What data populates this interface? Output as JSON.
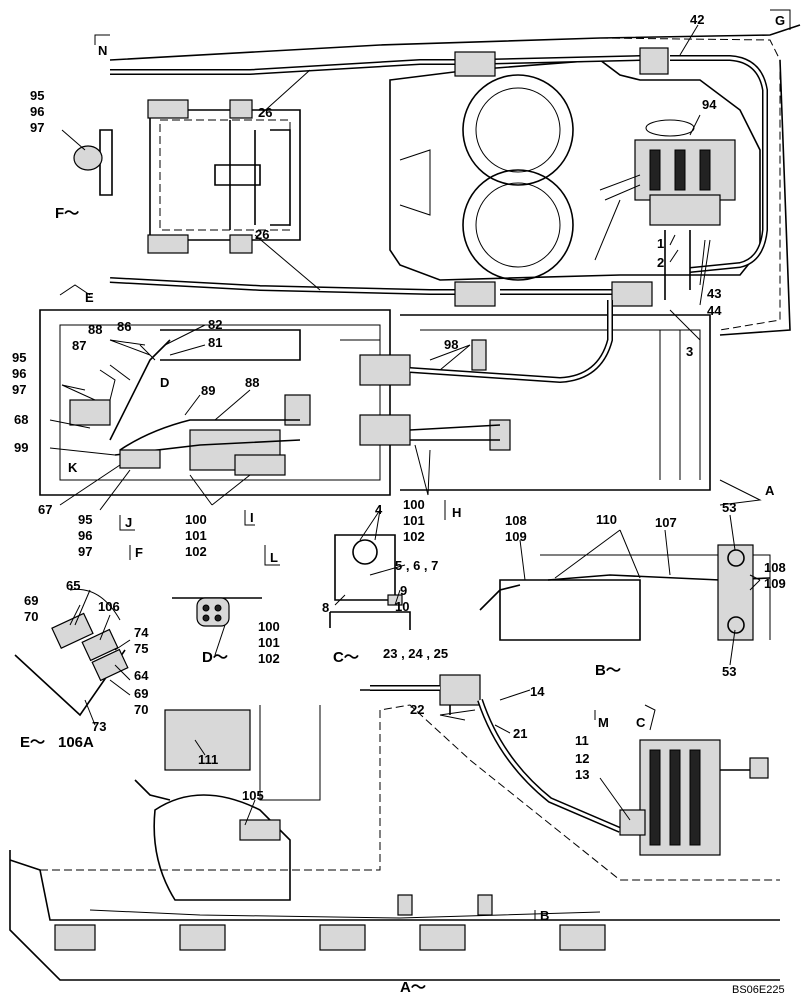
{
  "drawing_code": "BS06E225",
  "views": {
    "view_a": "A～",
    "view_b": "B～",
    "view_c": "C～",
    "view_d": "D～",
    "view_e": "E～",
    "view_f": "F～"
  },
  "view_markers": [
    "N",
    "G",
    "E",
    "D",
    "K",
    "J",
    "I",
    "H",
    "F",
    "L",
    "M",
    "C",
    "B",
    "A"
  ],
  "callouts": {
    "c42": "42",
    "c26a": "26",
    "c26b": "26",
    "c94": "94",
    "c1": "1",
    "c2": "2",
    "c43": "43",
    "c44": "44",
    "c3": "3",
    "c98": "98",
    "c95a": "95",
    "c96a": "96",
    "c97a": "97",
    "c95b": "95",
    "c96b": "96",
    "c97b": "97",
    "c95c": "95",
    "c96c": "96",
    "c97c": "97",
    "c88a": "88",
    "c86": "86",
    "c82": "82",
    "c81": "81",
    "c87": "87",
    "c89": "89",
    "c88b": "88",
    "c68": "68",
    "c99": "99",
    "c67": "67",
    "c100a": "100",
    "c101a": "101",
    "c102a": "102",
    "c100b": "100",
    "c101b": "101",
    "c102b": "102",
    "c100c": "100",
    "c101c": "101",
    "c102c": "102",
    "c4": "4",
    "c567": "5 , 6 , 7",
    "c8": "8",
    "c9": "9",
    "c10": "10",
    "c232425": "23 , 24 , 25",
    "c108a": "108",
    "c109a": "109",
    "c110": "110",
    "c107": "107",
    "c53a": "53",
    "c108b": "108",
    "c109b": "109",
    "c53b": "53",
    "c65": "65",
    "c69a": "69",
    "c70a": "70",
    "c106": "106",
    "c74": "74",
    "c75": "75",
    "c64": "64",
    "c69b": "69",
    "c70b": "70",
    "c73": "73",
    "c106a": "106A",
    "c14": "14",
    "c22": "22",
    "c21": "21",
    "c111": "111",
    "c105": "105",
    "c11": "11",
    "c12": "12",
    "c13": "13"
  }
}
